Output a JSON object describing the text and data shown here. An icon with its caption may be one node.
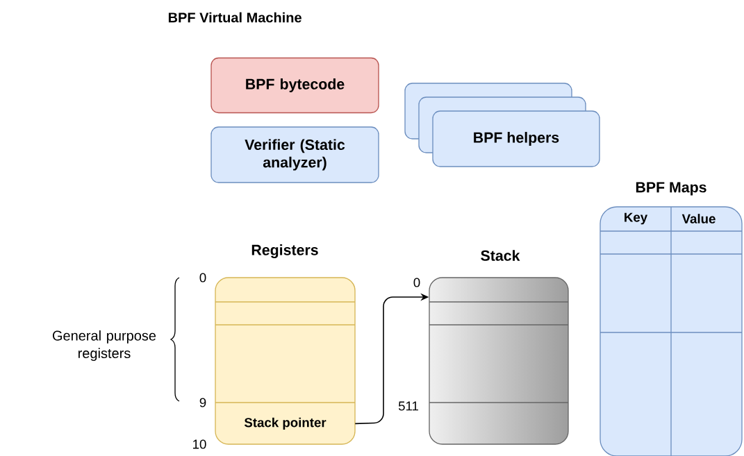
{
  "diagram": {
    "title": "BPF Virtual Machine",
    "nodes": [
      {
        "text": [
          "BPF bytecode"
        ]
      },
      {
        "text": [
          "Verifier (Static analyzer)"
        ]
      },
      {
        "text": [
          "BPF helpers"
        ]
      },
      {
        "text": [
          "Registers"
        ]
      },
      {
        "text": [
          "Stack pointer"
        ],
        "in": 3
      },
      {
        "text": [
          "Stack"
        ]
      },
      {
        "text": [
          "BPF Maps",
          "Key",
          "Value"
        ]
      }
    ],
    "edges": [
      {
        "from": 4,
        "to": 5,
        "arrow": "to"
      }
    ],
    "labels": [
      "0",
      "0",
      "General purpose registers",
      "9",
      "511",
      "10"
    ]
  }
}
